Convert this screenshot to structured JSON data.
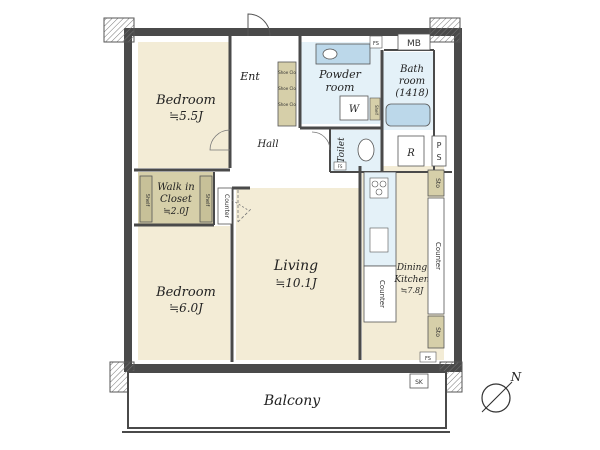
{
  "rooms": {
    "bedroom1": {
      "name": "Bedroom",
      "size": "≒5.5J"
    },
    "bedroom2": {
      "name": "Bedroom",
      "size": "≒6.0J"
    },
    "walkin": {
      "line1": "Walk in",
      "line2": "Closet",
      "size": "≒2.0J"
    },
    "living": {
      "name": "Living",
      "size": "≒10.1J"
    },
    "dining": {
      "line1": "Dining",
      "line2": "Kitchen",
      "size": "≒7.8J"
    },
    "powder": {
      "line1": "Powder",
      "line2": "room"
    },
    "bath": {
      "line1": "Bath",
      "line2": "room",
      "line3": "(1418)"
    },
    "entrance": "Ent",
    "hall": "Hall",
    "toilet": "Toilet",
    "balcony": "Balcony"
  },
  "labels": {
    "mb": "MB",
    "fs": "FS",
    "shoe_clo": "Shoe Clo",
    "shelf": "Shelf",
    "counter": "Counter",
    "w": "W",
    "r": "R",
    "ps_p": "P",
    "ps_s": "S",
    "sto": "Sto",
    "sk": "SK",
    "north": "N"
  },
  "colors": {
    "wall": "#4a4a4a",
    "room_fill": "#f3ecd6",
    "closet_fill": "#d6cfa9",
    "wet_fill": "#e4f1f8",
    "fixture_blue": "#bcd8ea",
    "counter_fill": "#ffffff"
  }
}
